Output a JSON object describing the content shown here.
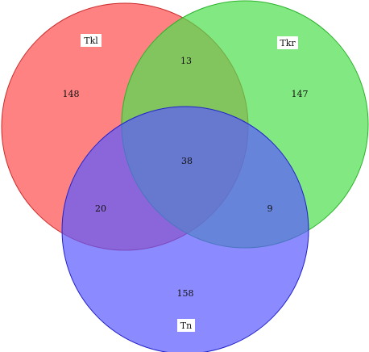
{
  "venn": {
    "sets": [
      {
        "id": "tkl",
        "label": "Tkl",
        "fill": "#ff4d4d",
        "stroke": "#cc2b2b"
      },
      {
        "id": "tkr",
        "label": "Tkr",
        "fill": "#4ddf4d",
        "stroke": "#2bb32b"
      },
      {
        "id": "tn",
        "label": "Tn",
        "fill": "#5a5aff",
        "stroke": "#2222cc"
      }
    ],
    "regions": [
      {
        "id": "tkl-only",
        "sets": [
          "Tkl"
        ],
        "count": "148"
      },
      {
        "id": "tkr-only",
        "sets": [
          "Tkr"
        ],
        "count": "147"
      },
      {
        "id": "tn-only",
        "sets": [
          "Tn"
        ],
        "count": "158"
      },
      {
        "id": "tkl-tkr",
        "sets": [
          "Tkl",
          "Tkr"
        ],
        "count": "13"
      },
      {
        "id": "tkl-tn",
        "sets": [
          "Tkl",
          "Tn"
        ],
        "count": "20"
      },
      {
        "id": "tkr-tn",
        "sets": [
          "Tkr",
          "Tn"
        ],
        "count": "9"
      },
      {
        "id": "all",
        "sets": [
          "Tkl",
          "Tkr",
          "Tn"
        ],
        "count": "38"
      }
    ]
  }
}
